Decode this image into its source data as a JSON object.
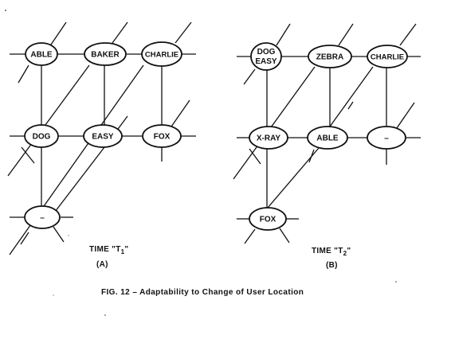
{
  "panels": [
    {
      "id": "a",
      "caption": {
        "time_prefix": "TIME \"T",
        "time_subscript": "1",
        "time_suffix": "\"",
        "letter": "(A)"
      },
      "nodes": [
        {
          "key": "a-able",
          "lines": [
            "ABLE"
          ]
        },
        {
          "key": "a-baker",
          "lines": [
            "BAKER"
          ]
        },
        {
          "key": "a-charlie",
          "lines": [
            "CHARLIE"
          ]
        },
        {
          "key": "a-dog",
          "lines": [
            "DOG"
          ]
        },
        {
          "key": "a-easy",
          "lines": [
            "EASY"
          ]
        },
        {
          "key": "a-fox",
          "lines": [
            "FOX"
          ]
        },
        {
          "key": "a-empty",
          "lines": [
            "–"
          ]
        }
      ]
    },
    {
      "id": "b",
      "caption": {
        "time_prefix": "TIME \"T",
        "time_subscript": "2",
        "time_suffix": "\"",
        "letter": "(B)"
      },
      "nodes": [
        {
          "key": "b-dogeasy",
          "lines": [
            "DOG",
            "EASY"
          ]
        },
        {
          "key": "b-zebra",
          "lines": [
            "ZEBRA"
          ]
        },
        {
          "key": "b-charlie",
          "lines": [
            "CHARLIE"
          ]
        },
        {
          "key": "b-xray",
          "lines": [
            "X-RAY"
          ]
        },
        {
          "key": "b-able",
          "lines": [
            "ABLE"
          ]
        },
        {
          "key": "b-empty",
          "lines": [
            "–"
          ]
        },
        {
          "key": "b-fox",
          "lines": [
            "FOX"
          ]
        }
      ]
    }
  ],
  "figure_caption": "FIG. 12 – Adaptability to Change of User Location",
  "colors": {
    "ink": "#111111",
    "paper": "#ffffff"
  }
}
